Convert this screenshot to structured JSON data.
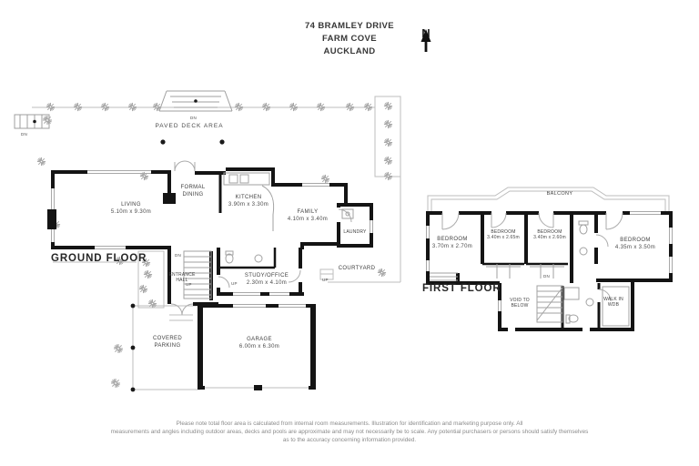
{
  "title": {
    "lines": [
      "74 BRAMLEY DRIVE",
      "FARM COVE",
      "AUCKLAND"
    ]
  },
  "north": {
    "label": "N"
  },
  "floors": {
    "ground": {
      "label": "GROUND FLOOR"
    },
    "first": {
      "label": "FIRST FLOOR"
    }
  },
  "rooms": {
    "paved_deck": {
      "name": "PAVED DECK AREA"
    },
    "living": {
      "name": "LIVING",
      "dims": "5.10m x 9.30m"
    },
    "formal_dining": {
      "name": "FORMAL DINING"
    },
    "kitchen": {
      "name": "KITCHEN",
      "dims": "3.90m x 3.30m"
    },
    "family": {
      "name": "FAMILY",
      "dims": "4.10m x 3.40m"
    },
    "laundry": {
      "name": "LAUNDRY"
    },
    "courtyard": {
      "name": "COURTYARD"
    },
    "entrance_hall": {
      "name": "ENTRANCE HALL"
    },
    "study": {
      "name": "STUDY/OFFICE",
      "dims": "2.30m x 4.10m"
    },
    "covered_parking": {
      "name": "COVERED PARKING"
    },
    "garage": {
      "name": "GARAGE",
      "dims": "6.00m x 6.30m"
    },
    "balcony": {
      "name": "BALCONY"
    },
    "bedroom1": {
      "name": "BEDROOM",
      "dims": "3.70m x 2.70m"
    },
    "bedroom2": {
      "name": "BEDROOM",
      "dims": "3.40m x 2.65m"
    },
    "bedroom3": {
      "name": "BEDROOM",
      "dims": "3.40m x 2.60m"
    },
    "bedroom4": {
      "name": "BEDROOM",
      "dims": "4.35m x 3.50m"
    },
    "void": {
      "name": "VOID TO BELOW"
    },
    "walk_in": {
      "name": "WALK IN WDB"
    }
  },
  "stair_labels": {
    "dn": "DN",
    "up": "UP"
  },
  "colors": {
    "wall": "#141414",
    "thin_line": "#b5b5b5",
    "plant": "#a9a9a9"
  },
  "disclaimer": {
    "lines": [
      "Please note total floor area is calculated from internal room measurements. Illustration for identification and marketing purpose only. All",
      "measurements and angles including outdoor areas, decks and pools are approximate and may not necessarily be to scale. Any potential purchasers or persons should satisfy themselves",
      "as to the accuracy concerning information provided."
    ]
  }
}
